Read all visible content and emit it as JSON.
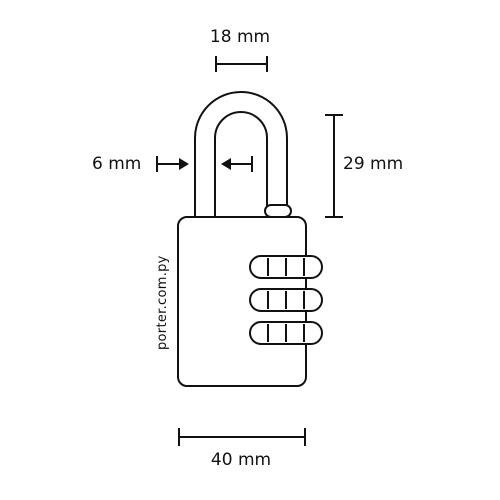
{
  "dimensions": {
    "shackle_width": "18 mm",
    "shackle_thickness": "6 mm",
    "shackle_height": "29 mm",
    "body_width": "40 mm"
  },
  "brand": {
    "watermark": "porter.com.py"
  },
  "combination_dials": {
    "count": 3
  },
  "colors": {
    "stroke": "#111111",
    "background": "#ffffff"
  }
}
